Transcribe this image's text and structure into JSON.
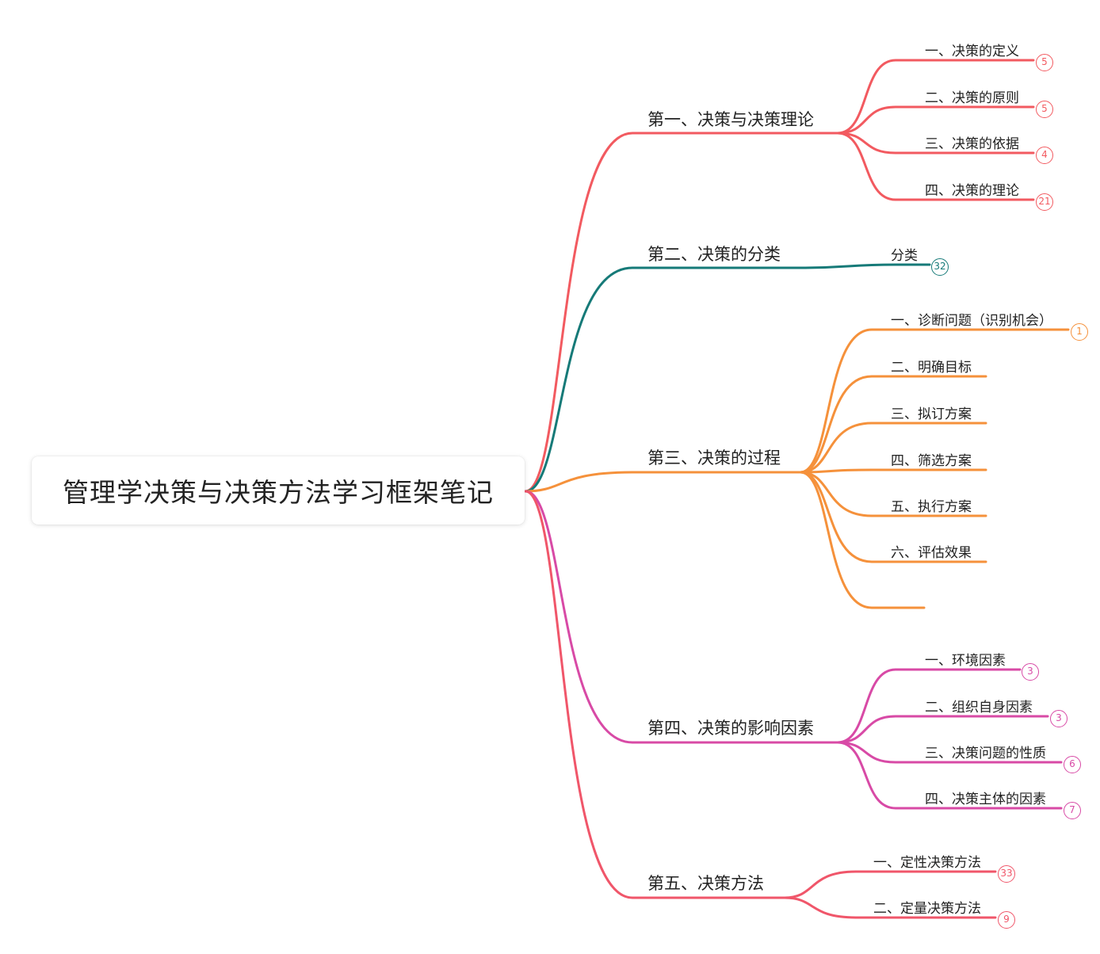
{
  "root": {
    "title": "管理学决策与决策方法学习框架笔记"
  },
  "colors": {
    "branch1": "#f25a60",
    "branch2": "#167a78",
    "branch3": "#f5913b",
    "branch4": "#d84aa6",
    "branch5": "#f0566a"
  },
  "branches": [
    {
      "label": "第一、决策与决策理论",
      "children": [
        {
          "label": "一、决策的定义",
          "count": "5"
        },
        {
          "label": "二、决策的原则",
          "count": "5"
        },
        {
          "label": "三、决策的依据",
          "count": "4"
        },
        {
          "label": "四、决策的理论",
          "count": "21"
        }
      ]
    },
    {
      "label": "第二、决策的分类",
      "children": [
        {
          "label": "分类",
          "count": "32"
        }
      ]
    },
    {
      "label": "第三、决策的过程",
      "children": [
        {
          "label": "一、诊断问题（识别机会）",
          "count": "1"
        },
        {
          "label": "二、明确目标",
          "count": ""
        },
        {
          "label": "三、拟订方案",
          "count": ""
        },
        {
          "label": "四、筛选方案",
          "count": ""
        },
        {
          "label": "五、执行方案",
          "count": ""
        },
        {
          "label": "六、评估效果",
          "count": ""
        },
        {
          "label": "",
          "count": ""
        }
      ]
    },
    {
      "label": "第四、决策的影响因素",
      "children": [
        {
          "label": "一、环境因素",
          "count": "3"
        },
        {
          "label": "二、组织自身因素",
          "count": "3"
        },
        {
          "label": "三、决策问题的性质",
          "count": "6"
        },
        {
          "label": "四、决策主体的因素",
          "count": "7"
        }
      ]
    },
    {
      "label": "第五、决策方法",
      "children": [
        {
          "label": "一、定性决策方法",
          "count": "33"
        },
        {
          "label": "二、定量决策方法",
          "count": "9"
        }
      ]
    }
  ]
}
